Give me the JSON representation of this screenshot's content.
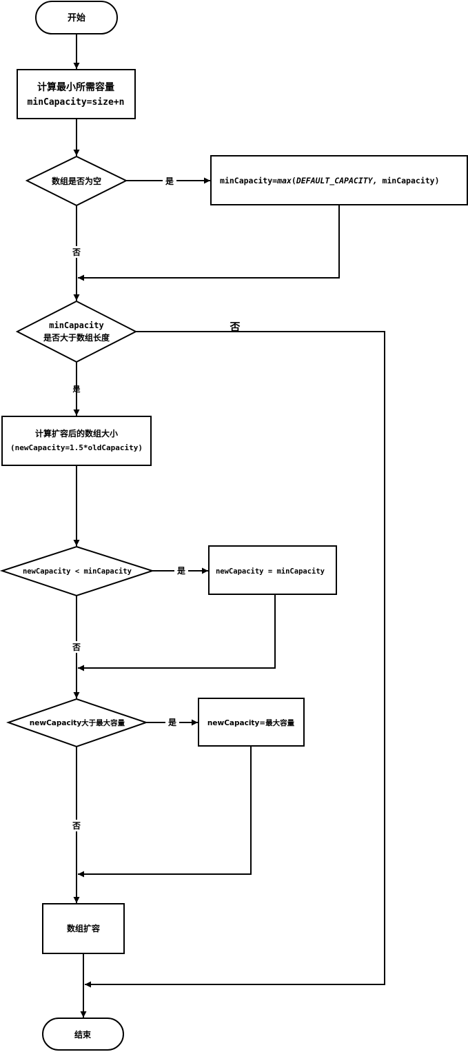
{
  "start": {
    "label": "开始"
  },
  "end": {
    "label": "结束"
  },
  "calc_min": {
    "title": "计算最小所需容量",
    "formula": "minCapacity=size+n"
  },
  "decision_empty": {
    "label": "数组是否为空"
  },
  "set_default": {
    "prefix": "minCapacity=",
    "func": "max",
    "open_paren": "(",
    "args_italic": "DEFAULT_CAPACITY,",
    "args_rest": " minCapacity)"
  },
  "decision_larger": {
    "line1": "minCapacity",
    "line2": "是否大于数组长度"
  },
  "calc_new": {
    "title": "计算扩容后的数组大小",
    "formula": "(newCapacity=1.5*oldCapacity)"
  },
  "decision_less": {
    "label": "newCapacity < minCapacity"
  },
  "set_min": {
    "label": "newCapacity = minCapacity"
  },
  "decision_max": {
    "label": "newCapacity大于最大容量"
  },
  "set_max": {
    "label": "newCapacity=最大容量"
  },
  "expand": {
    "label": "数组扩容"
  },
  "edge_labels": {
    "empty_yes": "是",
    "empty_no": "否",
    "larger_no": "否",
    "larger_yes": "是",
    "less_yes": "是",
    "less_no": "否",
    "max_yes": "是",
    "max_no": "否"
  }
}
